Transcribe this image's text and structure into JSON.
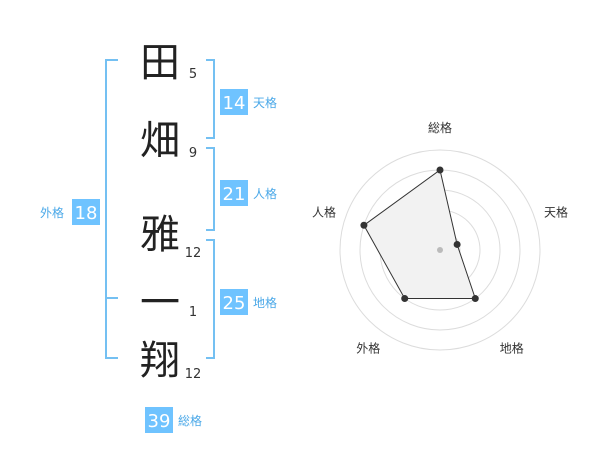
{
  "name": {
    "characters": [
      {
        "char": "田",
        "strokes": "5"
      },
      {
        "char": "畑",
        "strokes": "9"
      },
      {
        "char": "雅",
        "strokes": "12"
      },
      {
        "char": "一",
        "strokes": "1"
      },
      {
        "char": "翔",
        "strokes": "12"
      }
    ]
  },
  "scores": {
    "tenkaku": {
      "value": "14",
      "label": "天格"
    },
    "jinkaku": {
      "value": "21",
      "label": "人格"
    },
    "chikaku": {
      "value": "25",
      "label": "地格"
    },
    "gaikaku": {
      "value": "18",
      "label": "外格"
    },
    "soukaku": {
      "value": "39",
      "label": "総格"
    }
  },
  "colors": {
    "accent": "#6fc3ff",
    "accent_text": "#4aa8e8",
    "bracket": "#74c0f2"
  },
  "chart_data": {
    "type": "radar",
    "axes": [
      "総格",
      "天格",
      "地格",
      "外格",
      "人格"
    ],
    "values": [
      0.8,
      0.18,
      0.6,
      0.6,
      0.8
    ],
    "range": [
      0,
      1
    ],
    "rings": 5
  }
}
